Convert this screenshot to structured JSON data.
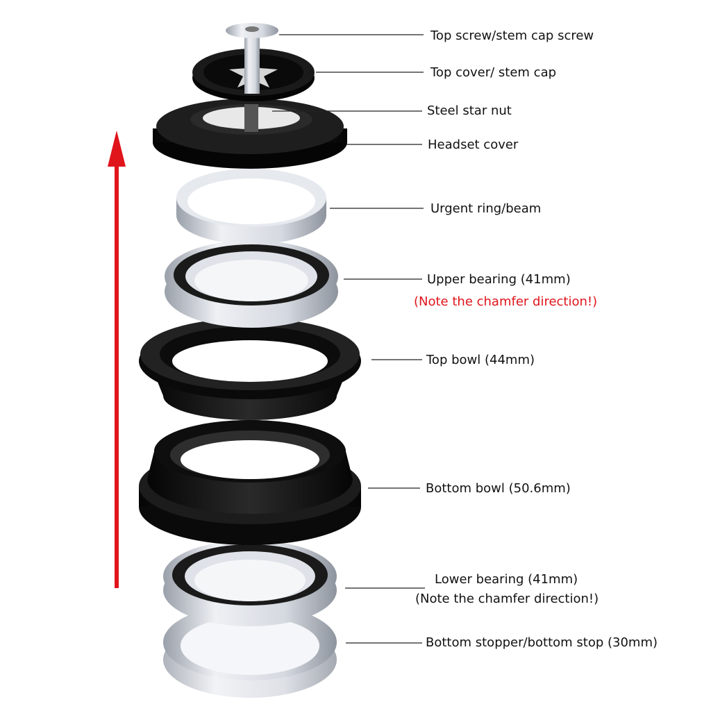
{
  "labels": {
    "screw": "Top screw/stem cap screw",
    "top_cover": "Top cover/ stem cap",
    "star_nut": "Steel star nut",
    "headset_cover": "Headset cover",
    "ring": "Urgent ring/beam",
    "upper_bearing": "Upper bearing (41mm)",
    "upper_note": "(Note the chamfer direction!)",
    "top_bowl": "Top bowl (44mm)",
    "bottom_bowl": "Bottom bowl (50.6mm)",
    "lower_bearing": "Lower bearing (41mm)",
    "lower_note": "(Note the chamfer direction!)",
    "bottom_stop": "Bottom stopper/bottom stop (30mm)"
  },
  "colors": {
    "arrow": "#e0141b",
    "note": "#e0141b",
    "part_black": "#111111",
    "part_silver": "#c8ccd4"
  }
}
